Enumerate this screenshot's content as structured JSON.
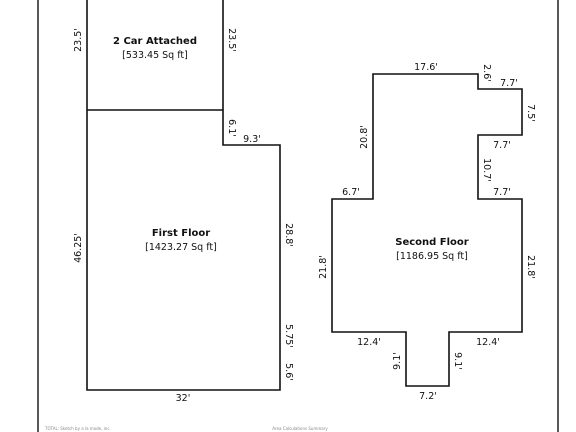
{
  "rooms": {
    "garage": {
      "title": "2 Car Attached",
      "area": "[533.45 Sq ft]"
    },
    "first_floor": {
      "title": "First Floor",
      "area": "[1423.27 Sq ft]"
    },
    "second_floor": {
      "title": "Second Floor",
      "area": "[1186.95 Sq ft]"
    }
  },
  "dimensions": {
    "garage_left": "23.5'",
    "garage_right": "23.5'",
    "first_notch_vertical": "6.1'",
    "first_notch_horizontal": "9.3'",
    "first_left": "46.25'",
    "first_right_upper": "28.8'",
    "first_right_mid": "5.75'",
    "first_right_lower": "5.6'",
    "first_bottom": "32'",
    "second_top": "17.6'",
    "second_step_vertical": "2.6'",
    "second_step_top": "7.7'",
    "second_right_upper": "7.5'",
    "second_inner_top": "7.7'",
    "second_inner_vertical": "10.7'",
    "second_inner_bottom": "7.7'",
    "second_left_upper": "20.8'",
    "second_left_step": "6.7'",
    "second_left": "21.8'",
    "second_right": "21.8'",
    "second_bottom_left": "12.4'",
    "second_bottom_right": "12.4'",
    "second_bump_left": "9.1'",
    "second_bump_right": "9.1'",
    "second_bump_bottom": "7.2'"
  },
  "footer": {
    "left": "TOTAL: Sketch by a la mode, inc.",
    "center": "Area Calculations Summary"
  }
}
